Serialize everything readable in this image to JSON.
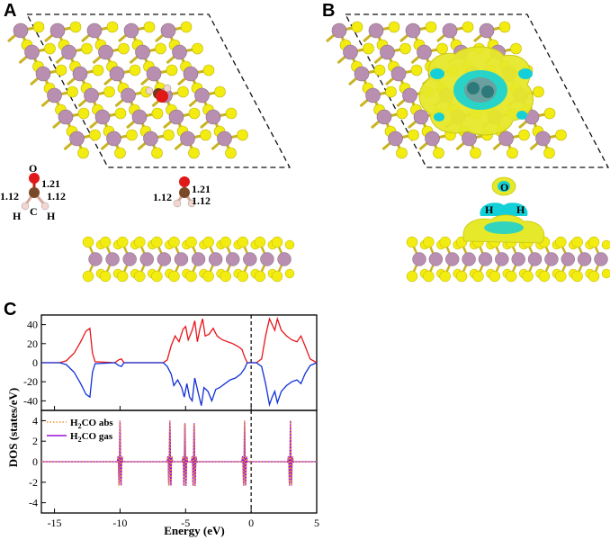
{
  "panels": {
    "a": "A",
    "b": "B",
    "c": "C"
  },
  "molecule_free": {
    "o": "O",
    "c": "C",
    "h_left": "H",
    "h_right": "H",
    "bond_co": "1.21",
    "bond_ch_left": "1.12",
    "bond_ch_right": "1.12"
  },
  "molecule_ads": {
    "bond_co": "1.21",
    "bond_ch_left": "1.12",
    "bond_ch_right": "1.12"
  },
  "cdd_labels": {
    "o": "O",
    "h_left": "H",
    "h_right": "H"
  },
  "colors": {
    "s_atom": "#f3ec10",
    "metal_atom": "#b88fb0",
    "spin_up": "#e8141a",
    "spin_down": "#1030d8",
    "abs": "#f0962c",
    "gas": "#9a10d8",
    "cdd_yellow": "#e6e82a",
    "cdd_cyan": "#13d0d8"
  },
  "chart_data": [
    {
      "type": "line",
      "xlabel": "Energy (eV)",
      "ylabel": "DOS (states/eV)",
      "xlim": [
        -16,
        5
      ],
      "ylim": [
        -50,
        50
      ],
      "x_ticks": [
        -15,
        -10,
        -5,
        0,
        5
      ],
      "y_ticks": [
        40,
        20,
        0,
        -20,
        -40
      ],
      "fermi_level": 0,
      "series": [
        {
          "role": "spin-up",
          "points": [
            [
              -16,
              0
            ],
            [
              -14.6,
              0
            ],
            [
              -14.1,
              2
            ],
            [
              -13.5,
              10
            ],
            [
              -13.0,
              22
            ],
            [
              -12.6,
              33
            ],
            [
              -12.3,
              36
            ],
            [
              -12.1,
              10
            ],
            [
              -11.9,
              1
            ],
            [
              -10.4,
              0
            ],
            [
              -10.1,
              3
            ],
            [
              -9.9,
              4
            ],
            [
              -9.7,
              0
            ],
            [
              -6.7,
              0
            ],
            [
              -6.4,
              3
            ],
            [
              -6.1,
              18
            ],
            [
              -5.8,
              28
            ],
            [
              -5.5,
              22
            ],
            [
              -5.2,
              35
            ],
            [
              -5.0,
              38
            ],
            [
              -4.8,
              24
            ],
            [
              -4.5,
              34
            ],
            [
              -4.3,
              44
            ],
            [
              -4.1,
              22
            ],
            [
              -3.9,
              36
            ],
            [
              -3.7,
              46
            ],
            [
              -3.5,
              28
            ],
            [
              -3.2,
              30
            ],
            [
              -2.9,
              36
            ],
            [
              -2.6,
              28
            ],
            [
              -2.2,
              24
            ],
            [
              -1.8,
              22
            ],
            [
              -1.4,
              20
            ],
            [
              -1.0,
              17
            ],
            [
              -0.7,
              14
            ],
            [
              -0.5,
              6
            ],
            [
              -0.3,
              0
            ],
            [
              0.4,
              0
            ],
            [
              0.8,
              4
            ],
            [
              1.1,
              28
            ],
            [
              1.4,
              46
            ],
            [
              1.6,
              40
            ],
            [
              1.8,
              34
            ],
            [
              2.0,
              46
            ],
            [
              2.3,
              34
            ],
            [
              2.7,
              28
            ],
            [
              3.1,
              24
            ],
            [
              3.5,
              22
            ],
            [
              3.8,
              28
            ],
            [
              4.1,
              18
            ],
            [
              4.5,
              4
            ],
            [
              5,
              0
            ]
          ]
        },
        {
          "role": "spin-down",
          "points": [
            [
              -16,
              0
            ],
            [
              -14.6,
              0
            ],
            [
              -14.1,
              -2
            ],
            [
              -13.5,
              -10
            ],
            [
              -13.0,
              -22
            ],
            [
              -12.6,
              -33
            ],
            [
              -12.3,
              -36
            ],
            [
              -12.1,
              -10
            ],
            [
              -11.9,
              -1
            ],
            [
              -10.4,
              0
            ],
            [
              -10.1,
              -3
            ],
            [
              -9.9,
              -4
            ],
            [
              -9.7,
              0
            ],
            [
              -6.7,
              0
            ],
            [
              -6.4,
              -4
            ],
            [
              -6.1,
              -12
            ],
            [
              -5.9,
              -24
            ],
            [
              -5.6,
              -18
            ],
            [
              -5.3,
              -26
            ],
            [
              -5.1,
              -36
            ],
            [
              -4.9,
              -22
            ],
            [
              -4.7,
              -36
            ],
            [
              -4.5,
              -40
            ],
            [
              -4.3,
              -16
            ],
            [
              -4.0,
              -34
            ],
            [
              -3.8,
              -45
            ],
            [
              -3.6,
              -26
            ],
            [
              -3.3,
              -30
            ],
            [
              -3.0,
              -40
            ],
            [
              -2.7,
              -28
            ],
            [
              -2.4,
              -26
            ],
            [
              -2.0,
              -22
            ],
            [
              -1.6,
              -18
            ],
            [
              -1.2,
              -16
            ],
            [
              -0.8,
              -12
            ],
            [
              -0.5,
              -6
            ],
            [
              -0.3,
              0
            ],
            [
              0.4,
              0
            ],
            [
              0.8,
              -4
            ],
            [
              1.1,
              -22
            ],
            [
              1.4,
              -44
            ],
            [
              1.6,
              -36
            ],
            [
              1.8,
              -30
            ],
            [
              2.0,
              -42
            ],
            [
              2.3,
              -30
            ],
            [
              2.7,
              -24
            ],
            [
              3.1,
              -20
            ],
            [
              3.5,
              -18
            ],
            [
              3.8,
              -22
            ],
            [
              4.1,
              -12
            ],
            [
              4.5,
              -3
            ],
            [
              5,
              0
            ]
          ]
        }
      ]
    },
    {
      "type": "line",
      "xlim": [
        -16,
        5
      ],
      "ylim": [
        -5,
        5
      ],
      "x_ticks": [
        -15,
        -10,
        -5,
        0,
        5
      ],
      "y_ticks": [
        4,
        2,
        0,
        -2,
        -4
      ],
      "fermi_level": 0,
      "legend": "top-left",
      "peaks": [
        -10.0,
        -6.2,
        -5.05,
        -4.35,
        -0.5,
        3.0
      ],
      "peak_height": 4,
      "series": [
        {
          "name": "H2CO abs",
          "name_main": "H",
          "name_sub": "2",
          "name_rest": "CO abs",
          "style": "dotted"
        },
        {
          "name": "H2CO gas",
          "name_main": "H",
          "name_sub": "2",
          "name_rest": "CO gas",
          "style": "solid"
        }
      ]
    }
  ]
}
